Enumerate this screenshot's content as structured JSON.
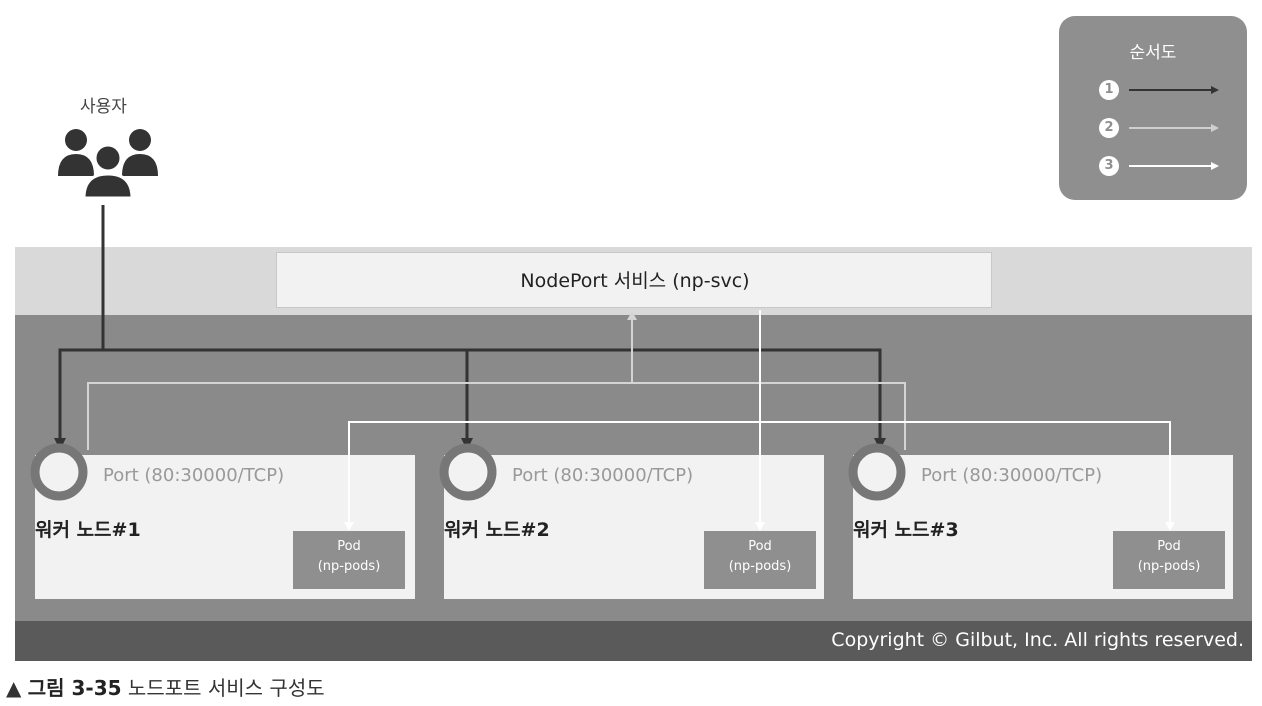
{
  "user": {
    "label": "사용자",
    "icon": "users-icon"
  },
  "legend": {
    "title": "순서도",
    "items": [
      {
        "number": "1",
        "color": "#333333"
      },
      {
        "number": "2",
        "color": "#cfcfcf"
      },
      {
        "number": "3",
        "color": "#ffffff"
      }
    ]
  },
  "service": {
    "label": "NodePort 서비스 (np-svc)"
  },
  "nodes": [
    {
      "name": "워커 노드#1",
      "port": "Port (80:30000/TCP)",
      "pod_name": "Pod",
      "pod_sub": "(np-pods)"
    },
    {
      "name": "워커 노드#2",
      "port": "Port (80:30000/TCP)",
      "pod_name": "Pod",
      "pod_sub": "(np-pods)"
    },
    {
      "name": "워커 노드#3",
      "port": "Port (80:30000/TCP)",
      "pod_name": "Pod",
      "pod_sub": "(np-pods)"
    }
  ],
  "copyright": "Copyright © Gilbut, Inc. All rights reserved.",
  "caption": {
    "marker": "▲",
    "figure": "그림 3-35",
    "text": "노드포트 서비스 구성도"
  },
  "colors": {
    "cluster": "#8a8a8a",
    "node": "#f2f2f2",
    "legend": "#8f8f8f",
    "footer": "#5a5a5a"
  }
}
